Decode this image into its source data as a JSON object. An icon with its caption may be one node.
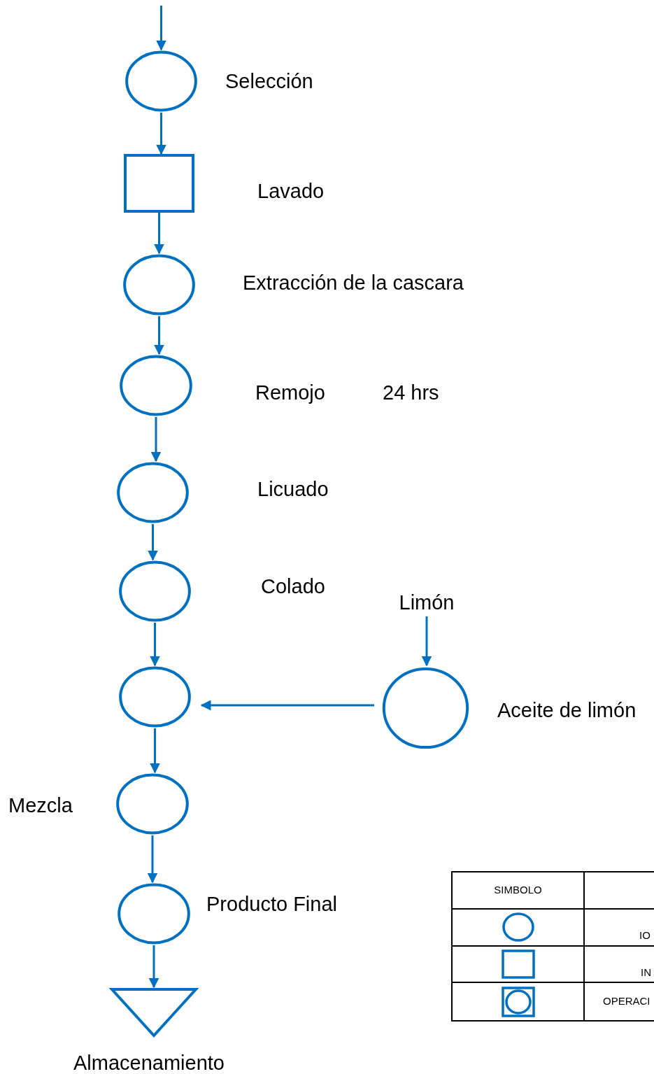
{
  "diagram": {
    "nodes": [
      {
        "text": [],
        "shape": "circle",
        "beside": [
          "Selección"
        ]
      },
      {
        "text": [],
        "shape": "box",
        "beside": [
          "Lavado"
        ]
      },
      {
        "text": [],
        "shape": "circle",
        "beside": [
          "Extracción de la cascara"
        ]
      },
      {
        "text": [],
        "shape": "circle",
        "beside": [
          "Remojo",
          "24 hrs"
        ]
      },
      {
        "text": [],
        "shape": "circle",
        "beside": [
          "Licuado"
        ]
      },
      {
        "text": [],
        "shape": "circle",
        "beside": [
          "Colado"
        ]
      },
      {
        "text": [],
        "shape": "circle"
      },
      {
        "text": [],
        "shape": "circle",
        "beside": [
          "Mezcla"
        ]
      },
      {
        "text": [],
        "shape": "circle",
        "beside": [
          "Producto Final"
        ]
      },
      {
        "text": [],
        "shape": "triangle",
        "beside": [
          "Almacenamiento"
        ]
      },
      {
        "text": [
          "Limón"
        ]
      },
      {
        "text": [],
        "shape": "circle",
        "beside": [
          "Aceite de limón"
        ]
      }
    ],
    "edges": [
      {
        "from": null,
        "to": 0,
        "arrow": "to"
      },
      {
        "from": 0,
        "to": 1,
        "arrow": "to"
      },
      {
        "from": 1,
        "to": 2,
        "arrow": "to"
      },
      {
        "from": 2,
        "to": 3,
        "arrow": "to"
      },
      {
        "from": 3,
        "to": 4,
        "arrow": "to"
      },
      {
        "from": 4,
        "to": 5,
        "arrow": "to"
      },
      {
        "from": 5,
        "to": 6,
        "arrow": "to"
      },
      {
        "from": 6,
        "to": 7,
        "arrow": "to"
      },
      {
        "from": 7,
        "to": 8,
        "arrow": "to"
      },
      {
        "from": 8,
        "to": 9,
        "arrow": "to"
      },
      {
        "from": 10,
        "to": 11,
        "arrow": "to"
      },
      {
        "from": 11,
        "to": 6,
        "arrow": "to"
      }
    ],
    "labels": [
      "SIMBOLO",
      "IO",
      "IN",
      "OPERACI"
    ]
  }
}
